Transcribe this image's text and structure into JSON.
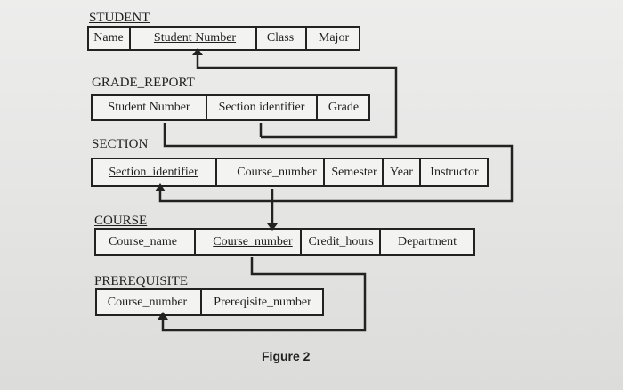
{
  "figure_label": "Figure 2",
  "tables": {
    "student": {
      "name": "STUDENT",
      "columns": [
        "Name",
        "Student Number",
        "Class",
        "Major"
      ]
    },
    "grade_report": {
      "name": "GRADE_REPORT",
      "columns": [
        "Student Number",
        "Section identifier",
        "Grade"
      ]
    },
    "section": {
      "name": "SECTION",
      "columns": [
        "Section_identifier",
        "Course_number",
        "Semester",
        "Year",
        "Instructor"
      ]
    },
    "course": {
      "name": "COURSE",
      "columns": [
        "Course_name",
        "Course_number",
        "Credit_hours",
        "Department"
      ]
    },
    "prerequisite": {
      "name": "PREREQUISITE",
      "columns": [
        "Course_number",
        "Prereqisite_number"
      ]
    }
  }
}
